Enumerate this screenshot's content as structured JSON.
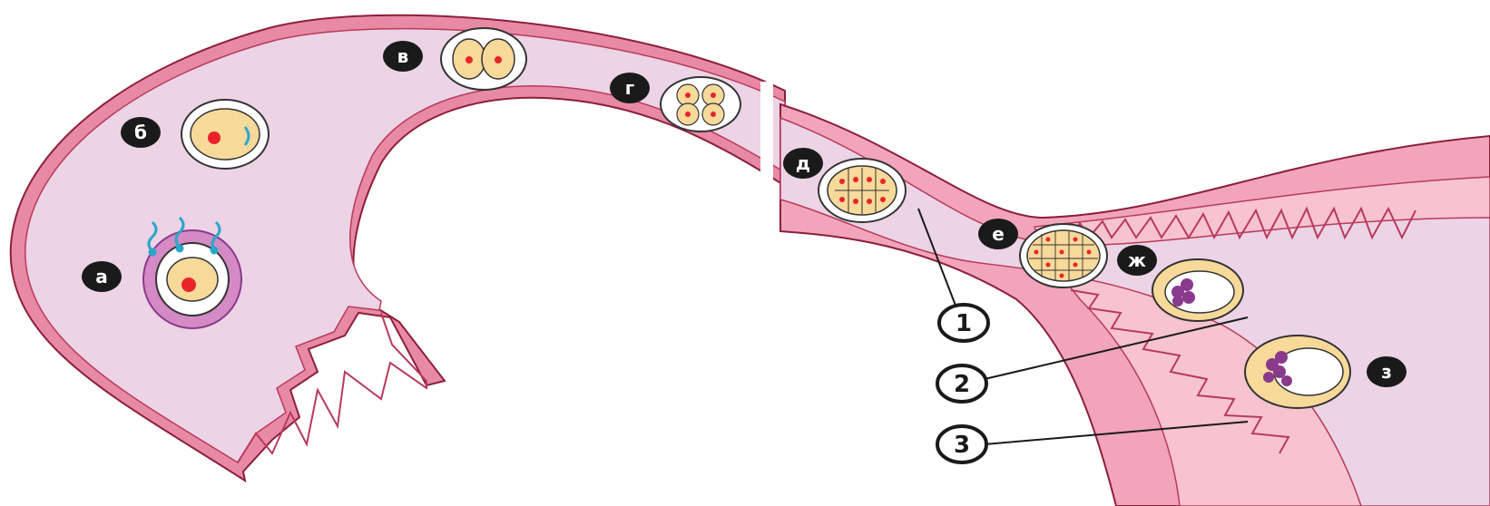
{
  "colors": {
    "tube_fill": "#ecd3e6",
    "wall": "#e88aa3",
    "wall_line": "#b83a5c",
    "uterus_wall": "#f2a5ba",
    "endometrium": "#f6c3cf",
    "cell": "#f7d99a",
    "nucleus": "#e8242a",
    "sperm": "#29a7c9",
    "label_bg": "#1a1a1a",
    "inner_mass": "#8a3a8c"
  },
  "stage_labels": {
    "a": "а",
    "b": "б",
    "v": "в",
    "g": "г",
    "d": "д",
    "e": "е",
    "zh": "ж",
    "z": "з"
  },
  "number_labels": {
    "n1": "1",
    "n2": "2",
    "n3": "3"
  },
  "icons": {
    "sperm": "sperm-icon",
    "zygote": "zygote-icon",
    "morula": "morula-icon",
    "blastocyst": "blastocyst-icon"
  }
}
